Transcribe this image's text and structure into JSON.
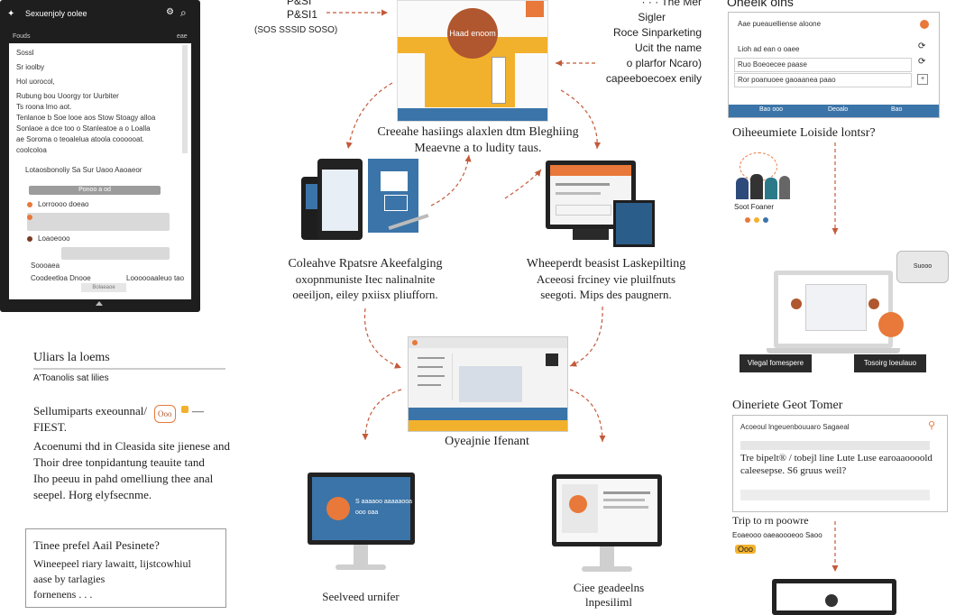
{
  "phone": {
    "header_title": "Sexuenjoly oolee",
    "subtitle": "Fouds",
    "corner_label": "eae",
    "lines": [
      "Sossl",
      "Sr ioolby",
      "Hol uorocol,",
      "Rubung bou Uoorgy tor Uurbiter",
      "Ts roona lmo aot.",
      "Tenlanoe b Soe looe aos Stow Stoagy alloa",
      "Sonlaoe a dce too o Stanleatoe a o Loalla",
      "ae Soroma o teoalelua atoola coooooat.",
      "coolcoloa"
    ],
    "mid_label": "Lotaosbonoliy Sa Sur Uaoo Aaoaeor",
    "button_label": "Ponoo a od",
    "list_items": [
      "Lorroooo doeao",
      "Loaoeooo",
      "Soooaea"
    ],
    "footer_left": "Coodeetloa Dnooe",
    "footer_right": "Loooooaaleuo tao",
    "footer_button": "Bolaeaoe"
  },
  "top_center": {
    "left_note_1": "P&SI",
    "left_note_2": "P&SI1",
    "left_note_3": "(SOS SSSID SOSO)",
    "badge_label": "Haad enoom",
    "right_notes": [
      "· · · The Mer",
      "Sigler",
      "Roce Sinparketing",
      "Ucit the name",
      "o plarfor Ncaro)",
      "capeeboecoex enily"
    ],
    "title_1": "Creeahe hasiings alaxlen dtm Bleghiing",
    "title_2": "Meaevne a to ludity taus."
  },
  "right_top": {
    "heading": "Oneeik oins",
    "rows": [
      "Aae pueauelliense aloone",
      "Lioh ad ean o oaee",
      "Ruo Boeoecee paase",
      "Ror poanuoee gaoaanea paao"
    ],
    "footer_items": [
      "Bao ooo",
      "Deoalo",
      "Bao"
    ],
    "question": "Oiheeumiete Loiside lontsr?",
    "card_label": "Soot Foaner"
  },
  "left_mid": {
    "title": "Coleahve Rpatsre Akeefalging",
    "sub_1": "oxopnmuniste Itec nalinalnite",
    "sub_2": "oeeiljon, eiley pxiisx pliufforn."
  },
  "right_mid": {
    "title": "Wheeperdt beasist Laskepilting",
    "sub_1": "Aceeosi frciney vie pluilfnuts",
    "sub_2": "seegoti. Mips des paugnern."
  },
  "center": {
    "caption": "Oyeajnie Ifenant"
  },
  "right_laptop": {
    "bubble": "Suooo",
    "btn_left": "Vlegal fomespere",
    "btn_right": "Tosoirg loeulauo"
  },
  "left_lower": {
    "title": "Uliars la loems",
    "sub": "A'Toanolis sat lilies",
    "para_head": "Sellumiparts exeounnal/",
    "para_head_2": "FIEST.",
    "para_lines": [
      "Acoenumi thd in Cleasida site jienese and",
      "Thoir dree tonpidantung teauite tand",
      "Iho peeuu in pahd omelliung thee anal",
      "seepel. Horg elyfsecnme."
    ],
    "badges": [
      "Ooo",
      "—"
    ]
  },
  "left_box": {
    "title": "Tinee prefel Aail Pesinete?",
    "lines": [
      "Wineepeel riary lawaitt, lijstcowhiul",
      "aase by tarlagies",
      "fornenens . . ."
    ]
  },
  "bottom_left_monitor": {
    "screen_title": "S aaaaoo aaaaaooa",
    "screen_sub": "ooo oaa",
    "caption": "Seelveed urnifer"
  },
  "bottom_right_monitor": {
    "caption_1": "Ciee geadeelns",
    "caption_2": "lnpesiliml"
  },
  "right_bottom": {
    "heading": "Oineriete Geot Tomer",
    "field_label": "Acoeoul lngeuenbouuaro Sagaeal",
    "para_1": "Tre bipelt® / tobejl line Lute Luse earoaaoooold",
    "para_2": "caleesepse. S6 gruus weil?",
    "tip": "Trip to rn poowre",
    "tip_sub": "Eoaeooo oaeaoooeoo Saoo",
    "badge": "Ooo"
  },
  "colors": {
    "accent_orange": "#e8793a",
    "accent_blue": "#3b74a8",
    "yellow": "#f2b12c",
    "arrow": "#c35a3a"
  }
}
